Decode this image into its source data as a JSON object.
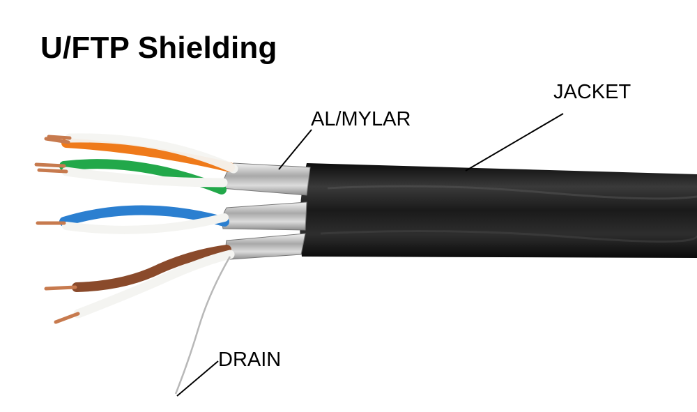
{
  "title": "U/FTP Shielding",
  "labels": {
    "al_mylar": "AL/MYLAR",
    "jacket": "JACKET",
    "drain": "DRAIN"
  },
  "colors": {
    "jacket": "#1e1e1e",
    "foil": "#c9c9c9",
    "orange": "#ef7a1a",
    "green": "#22a84a",
    "blue": "#2b7fd0",
    "brown": "#8a4a2b",
    "white_wire": "#f4f4f1",
    "copper": "#c77a4e",
    "drain": "#b8b8b8"
  }
}
